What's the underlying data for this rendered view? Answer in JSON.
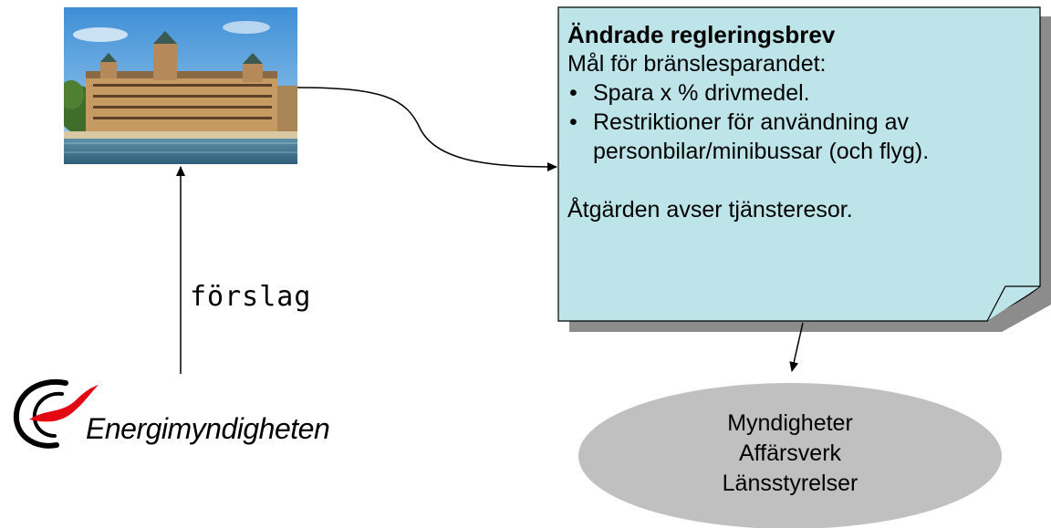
{
  "note": {
    "title": "Ändrade regleringsbrev",
    "subtitle": "Mål för bränslesparandet:",
    "bullets": [
      "Spara x % drivmedel.",
      "Restriktioner för användning av personbilar/minibussar (och flyg)."
    ],
    "footer": "Åtgärden avser tjänsteresor.",
    "fill_color": "#bde4e8",
    "shadow_color": "#8c8c8c"
  },
  "arrow_label": "förslag",
  "ellipse": {
    "lines": [
      "Myndigheter",
      "Affärsverk",
      "Länsstyrelser"
    ],
    "fill_color": "#c0c0c0"
  },
  "logo": {
    "name": "Energimyndigheten",
    "swoosh_color": "#e30613",
    "mark_color": "#000000"
  }
}
